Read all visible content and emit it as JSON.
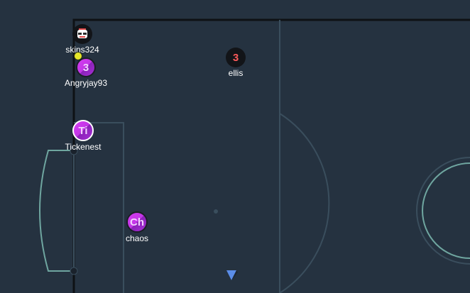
{
  "colors": {
    "background": "#253240",
    "outer_line": "#0e1115",
    "pitch_line": "#3a4e5d",
    "highlight_line": "#6fa6a0",
    "marker": "#5b8de8",
    "ball": "#e6e62a",
    "token_purple": "#c236e6",
    "token_dark": "#121418",
    "token_text_red": "#ff5b5b"
  },
  "players": [
    {
      "id": "skins324",
      "name": "skins324",
      "badge": "",
      "icon": "robot-mask-icon",
      "style": "dark"
    },
    {
      "id": "angryjay93",
      "name": "Angryjay93",
      "badge": "3",
      "icon": "",
      "style": "purple"
    },
    {
      "id": "ellis",
      "name": "ellis",
      "badge": "3",
      "icon": "",
      "style": "dark"
    },
    {
      "id": "tickenest",
      "name": "Tickenest",
      "badge": "Ti",
      "icon": "",
      "style": "purple-ring"
    },
    {
      "id": "chaos",
      "name": "chaos",
      "badge": "Ch",
      "icon": "",
      "style": "purple"
    }
  ],
  "icons": {
    "ball": "ball-icon",
    "direction_marker": "triangle-down-icon"
  }
}
